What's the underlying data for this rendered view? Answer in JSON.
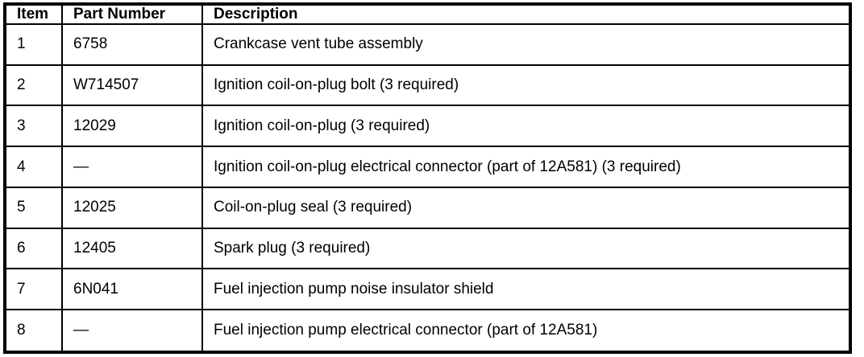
{
  "table": {
    "headers": [
      "Item",
      "Part Number",
      "Description"
    ],
    "rows": [
      {
        "item": "1",
        "part_number": "6758",
        "description": "Crankcase vent tube assembly"
      },
      {
        "item": "2",
        "part_number": "W714507",
        "description": "Ignition coil-on-plug bolt (3 required)"
      },
      {
        "item": "3",
        "part_number": "12029",
        "description": "Ignition coil-on-plug (3 required)"
      },
      {
        "item": "4",
        "part_number": "—",
        "description": "Ignition coil-on-plug electrical connector (part of 12A581) (3 required)"
      },
      {
        "item": "5",
        "part_number": "12025",
        "description": "Coil-on-plug seal (3 required)"
      },
      {
        "item": "6",
        "part_number": "12405",
        "description": "Spark plug (3 required)"
      },
      {
        "item": "7",
        "part_number": "6N041",
        "description": "Fuel injection pump noise insulator shield"
      },
      {
        "item": "8",
        "part_number": "—",
        "description": "Fuel injection pump electrical connector (part of 12A581)"
      }
    ],
    "colors": {
      "border": "#000000",
      "text": "#000000",
      "background": "#ffffff"
    }
  }
}
